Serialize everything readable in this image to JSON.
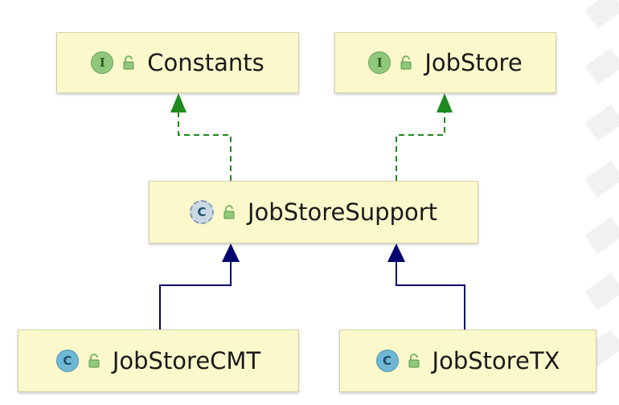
{
  "diagram": {
    "nodes": {
      "constants": {
        "label": "Constants",
        "kind": "interface",
        "badge": "I"
      },
      "jobstore": {
        "label": "JobStore",
        "kind": "interface",
        "badge": "I"
      },
      "support": {
        "label": "JobStoreSupport",
        "kind": "abstract-class",
        "badge": "C"
      },
      "cmt": {
        "label": "JobStoreCMT",
        "kind": "class",
        "badge": "C"
      },
      "tx": {
        "label": "JobStoreTX",
        "kind": "class",
        "badge": "C"
      }
    },
    "edges": [
      {
        "from": "support",
        "to": "constants",
        "type": "implements"
      },
      {
        "from": "support",
        "to": "jobstore",
        "type": "implements"
      },
      {
        "from": "cmt",
        "to": "support",
        "type": "extends"
      },
      {
        "from": "tx",
        "to": "support",
        "type": "extends"
      }
    ],
    "colors": {
      "node_fill": "#fbf8cb",
      "implements_arrow": "#1f8a1f",
      "extends_arrow": "#00006e",
      "interface_badge": "#8fc77b",
      "class_badge": "#6fb7d4"
    }
  }
}
